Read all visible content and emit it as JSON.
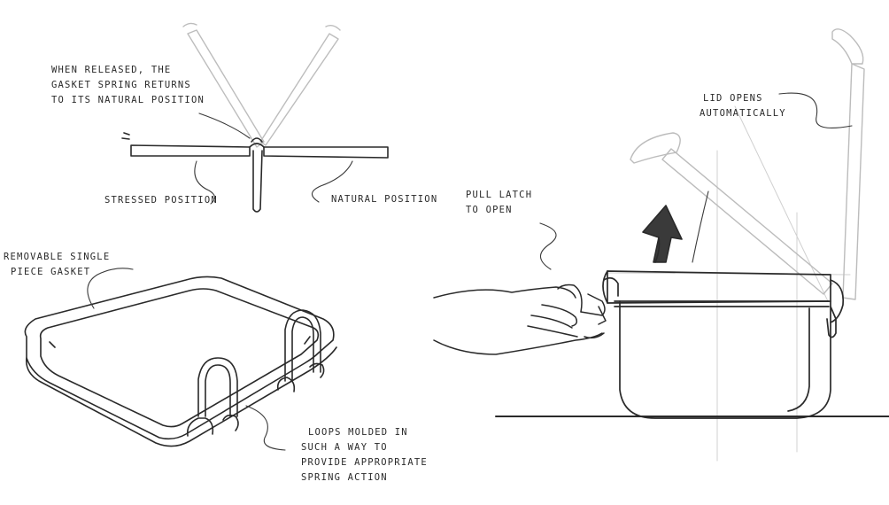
{
  "annotations": {
    "gasket_spring": {
      "lines": [
        "When released, the",
        "gasket spring returns",
        "to its natural position"
      ]
    },
    "stressed_position": {
      "text": "Stressed position"
    },
    "natural_position": {
      "text": "Natural position"
    },
    "removable_gasket": {
      "lines": [
        "Removable single",
        "piece gasket"
      ]
    },
    "loops": {
      "lines": [
        "Loops molded in",
        "such a way to",
        "provide appropriate",
        "spring action"
      ]
    },
    "pull_latch": {
      "lines": [
        "Pull latch",
        "to open"
      ]
    },
    "lid_opens": {
      "lines": [
        "Lid opens",
        "automatically"
      ]
    }
  },
  "colors": {
    "ink": "#2a2a2a",
    "light_ink": "#b9b9b9",
    "paper": "#ffffff"
  }
}
